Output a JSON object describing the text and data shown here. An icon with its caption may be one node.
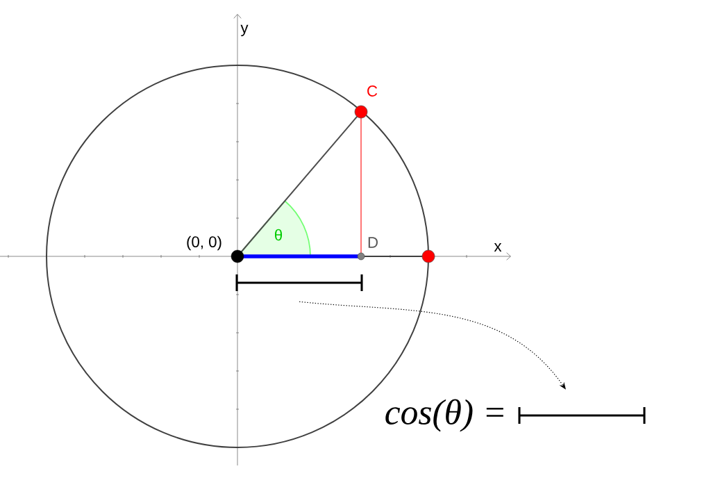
{
  "diagram": {
    "nodes": [
      {
        "text": [],
        "shape": "bar"
      },
      {
        "text": [],
        "shape": "bar"
      }
    ],
    "edges": [
      {
        "from": 0,
        "to": 1,
        "arrow": "to",
        "style": "dashed"
      }
    ],
    "labels": [
      "y",
      "C",
      "(0, 0)",
      "θ",
      "D",
      "x",
      "cos(θ) ="
    ]
  }
}
